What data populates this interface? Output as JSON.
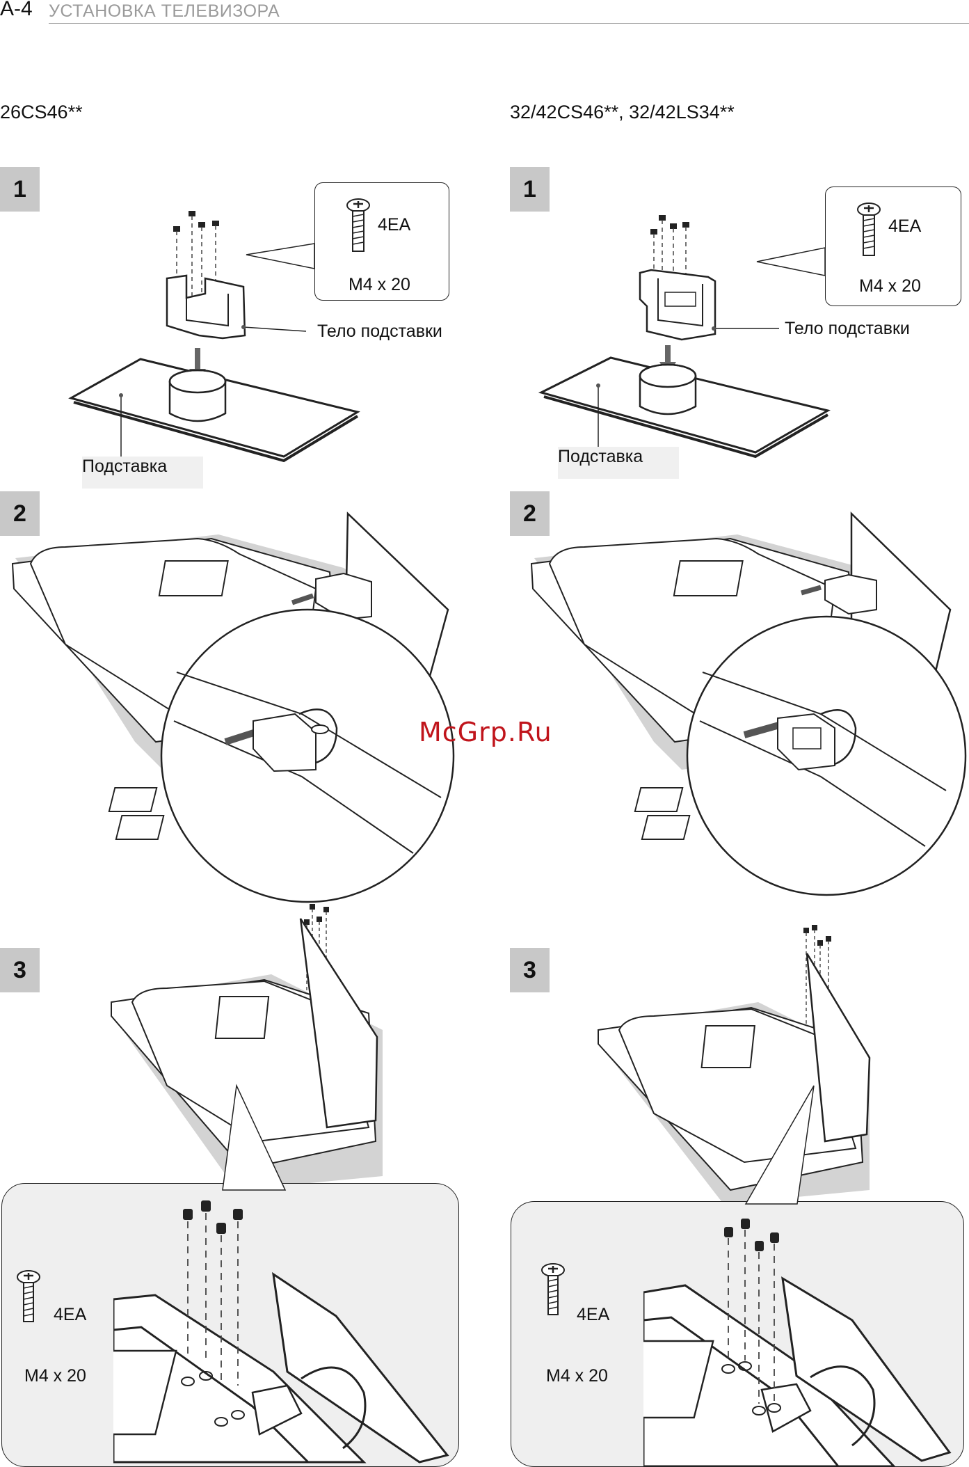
{
  "header": {
    "page_number": "A-4",
    "section_title": "УСТАНОВКА ТЕЛЕВИЗОРА"
  },
  "columns": [
    {
      "model": "26CS46**",
      "steps": [
        "1",
        "2",
        "3"
      ],
      "callout_qty": "4EA",
      "callout_size": "M4 x 20",
      "label_body": "Тело подставки",
      "label_stand": "Подставка",
      "zoom_qty": "4EA",
      "zoom_size": "M4 x 20"
    },
    {
      "model": "32/42CS46**, 32/42LS34**",
      "steps": [
        "1",
        "2",
        "3"
      ],
      "callout_qty": "4EA",
      "callout_size": "M4 x 20",
      "label_body": "Тело подставки",
      "label_stand": "Подставка",
      "zoom_qty": "4EA",
      "zoom_size": "M4 x 20"
    }
  ],
  "watermark": "McGrp.Ru"
}
